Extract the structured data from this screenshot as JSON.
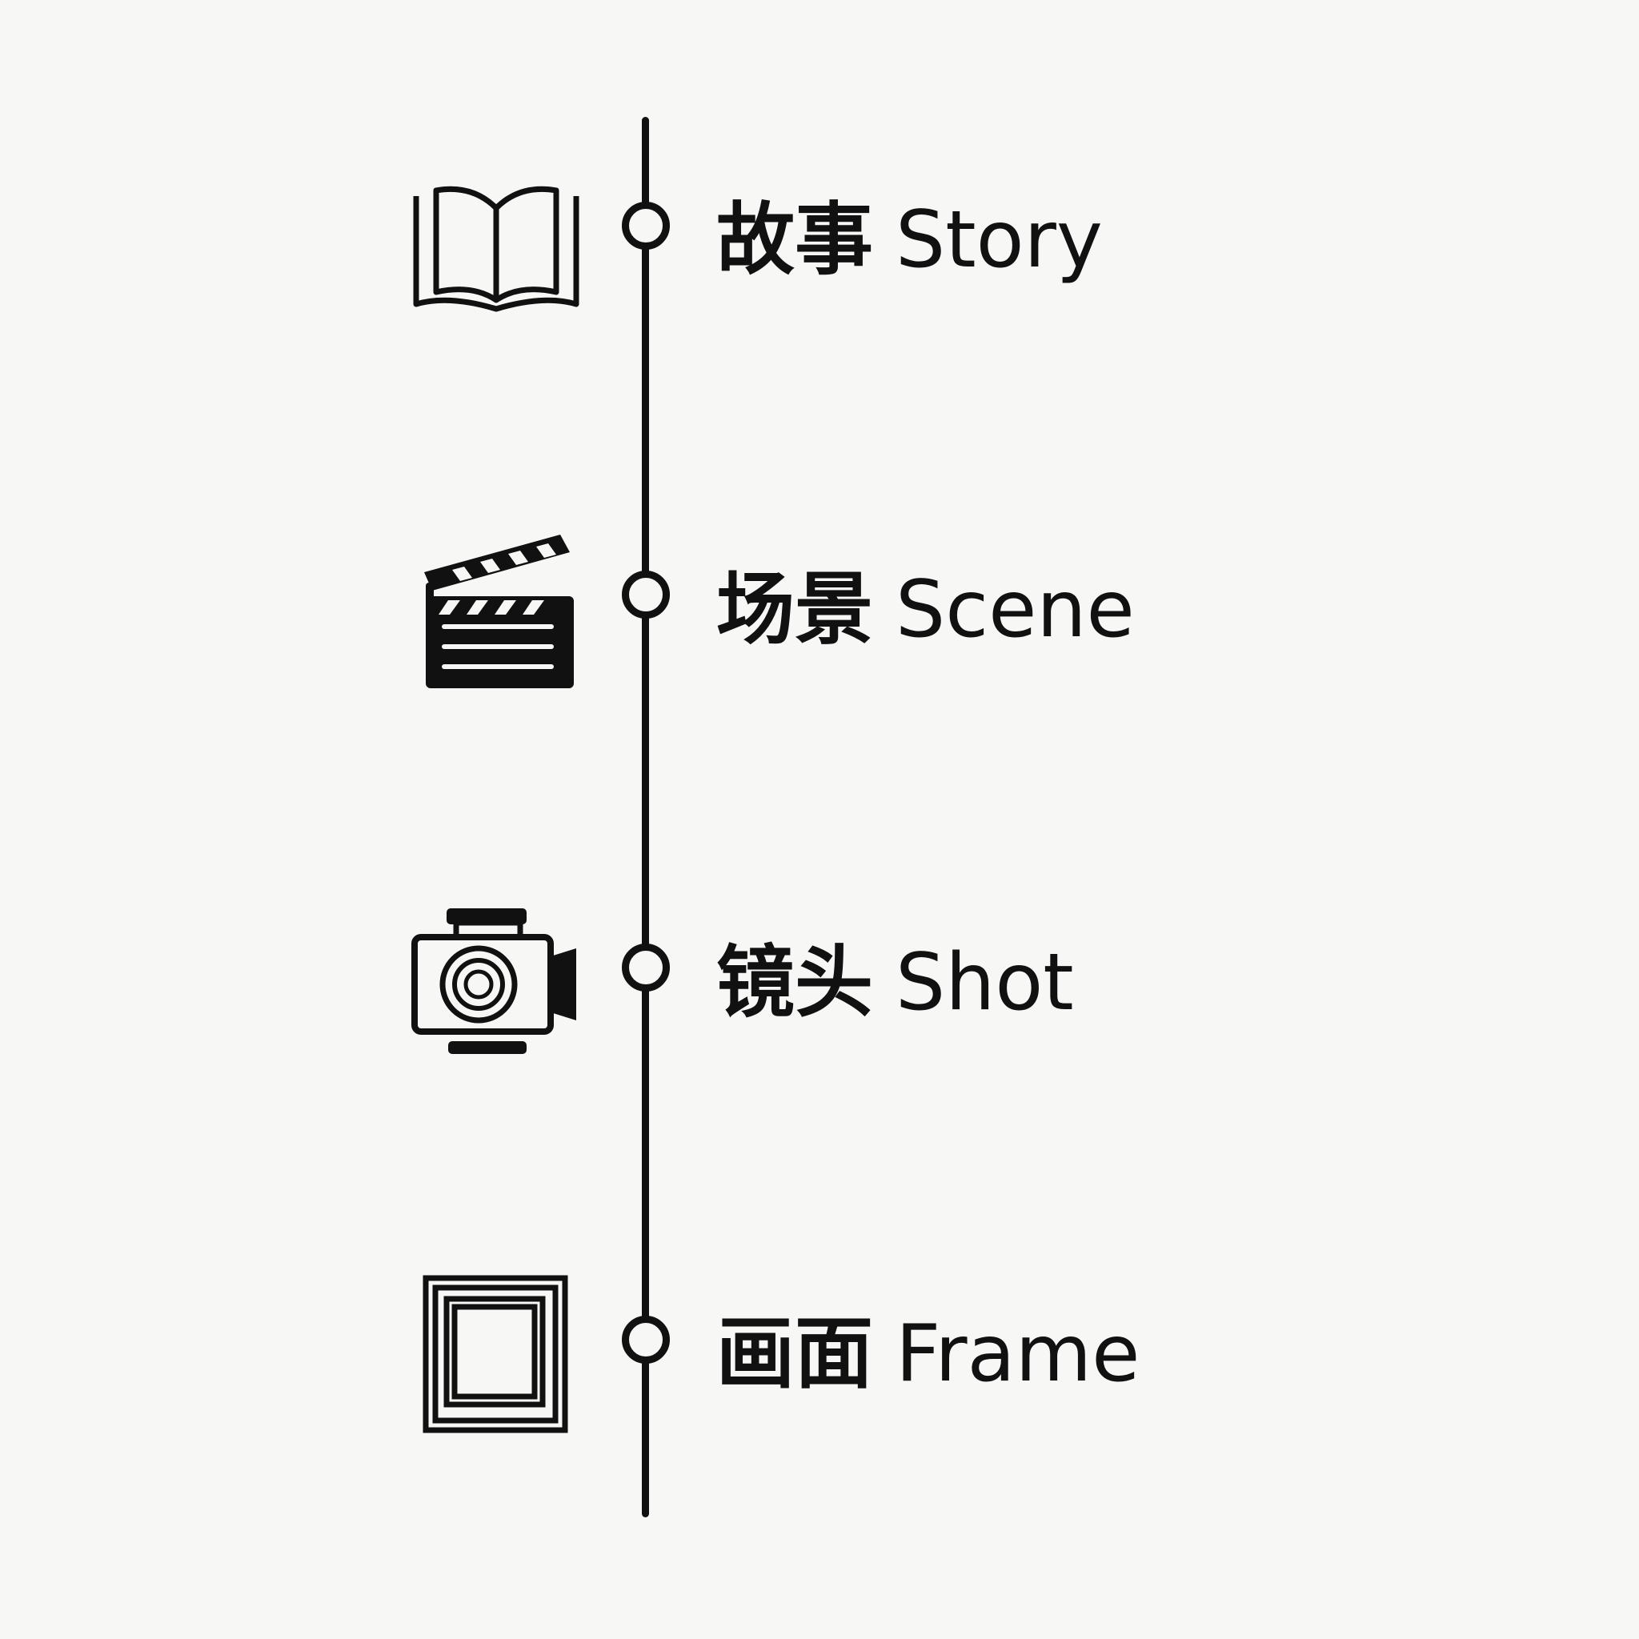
{
  "stages": [
    {
      "zh": "故事",
      "en": "Story",
      "icon": "open-book-icon"
    },
    {
      "zh": "场景",
      "en": "Scene",
      "icon": "clapperboard-icon"
    },
    {
      "zh": "镜头",
      "en": "Shot",
      "icon": "video-camera-icon"
    },
    {
      "zh": "画面",
      "en": "Frame",
      "icon": "picture-frame-icon"
    }
  ],
  "colors": {
    "stroke": "#111111",
    "background": "#f7f7f5"
  }
}
